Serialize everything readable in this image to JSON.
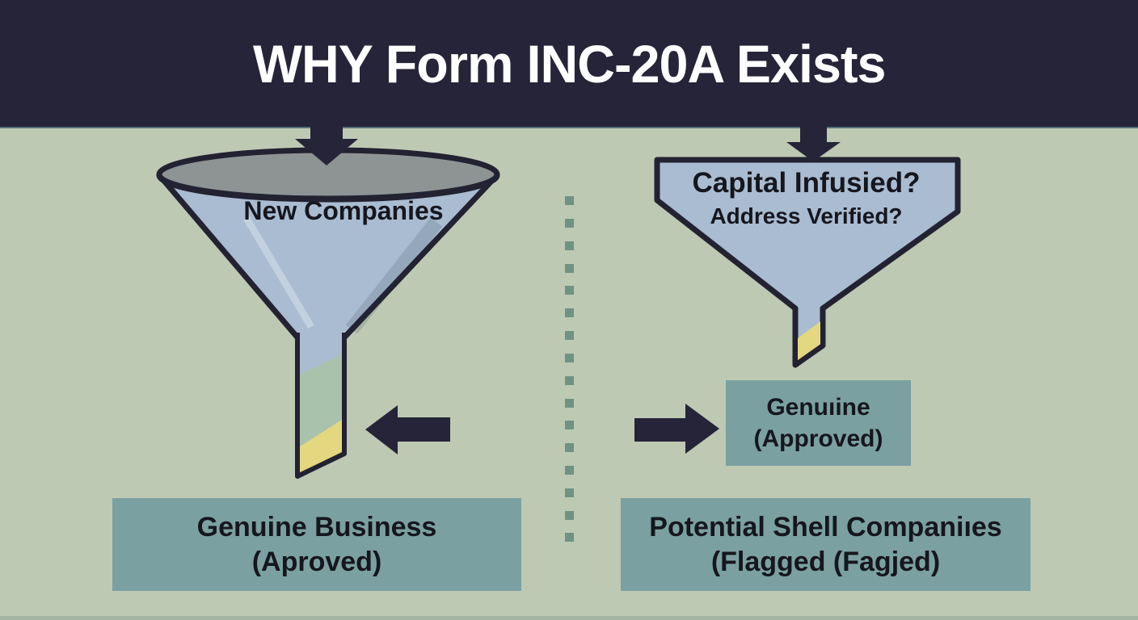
{
  "header": {
    "title": "WHY Form INC-20A Exists"
  },
  "left_panel": {
    "funnel_label": "New Companies",
    "outcome_box": {
      "line1": "Genuine Business",
      "line2": "(Aproved)"
    }
  },
  "right_panel": {
    "hopper_question1": "Capital Infusied?",
    "hopper_question2": "Address Verified?",
    "approved_box": {
      "line1": "Genuıine",
      "line2": "(Approved)"
    },
    "outcome_box": {
      "line1": "Potential Shell Companiıes",
      "line2": "(Flagged (Fagjed)"
    }
  },
  "icons": {
    "down_arrow_left": "solid navy down arrow into left funnel",
    "down_arrow_right": "solid navy down arrow into right hopper",
    "left_arrow": "solid navy left-pointing arrow at funnel stem",
    "right_arrow": "solid navy right-pointing arrow to approved box",
    "funnel": "large funnel with gray elliptical mouth",
    "hopper": "angular hopper funnel with yellow tip",
    "divider": "vertical dashed square divider line"
  },
  "colors": {
    "header_bg": "#262438",
    "background": "#bdc9b3",
    "title_text": "#ffffff",
    "body_text": "#16161e",
    "funnel_fill": "#a9bcd1",
    "funnel_mouth": "#8e9494",
    "outline_navy": "#232232",
    "arrow_navy": "#262438",
    "teal_box": "#7ba0a1",
    "divider_dash": "#6f9383",
    "yellow_tip": "#e3d77f",
    "green_band": "#a9c2ab",
    "bottom_strip": "#a4b6a3"
  }
}
